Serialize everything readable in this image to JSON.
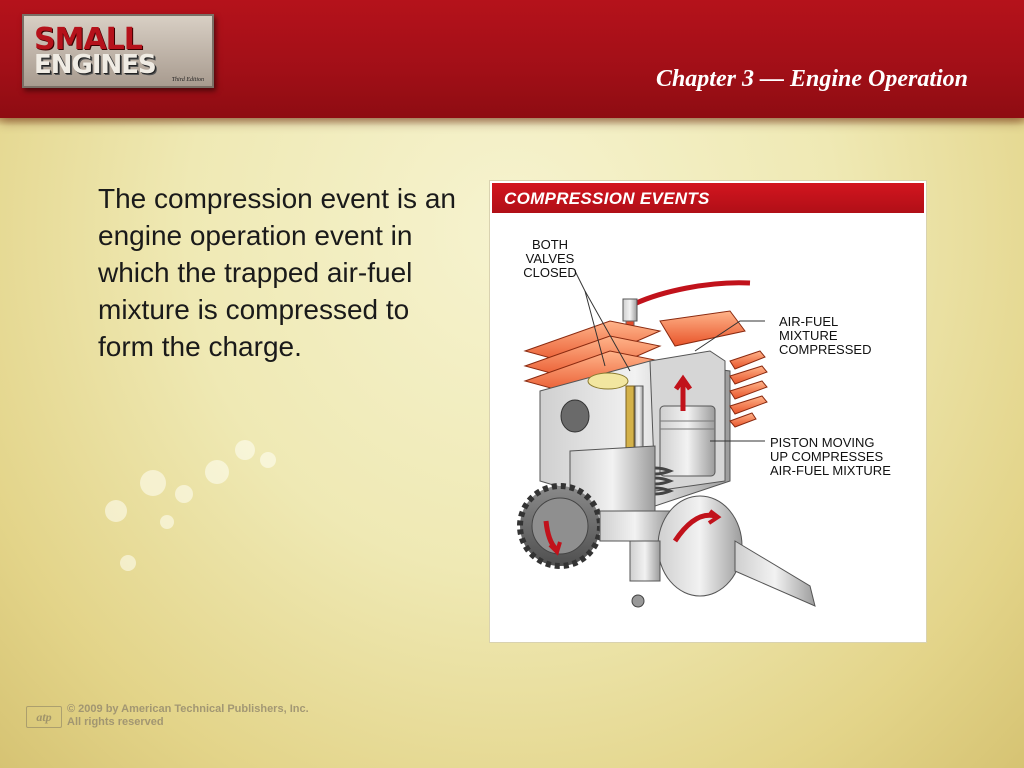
{
  "header": {
    "logo_line1": "SMALL",
    "logo_line2": "ENGINES",
    "logo_edition": "Third Edition",
    "chapter_title": "Chapter 3 — Engine Operation"
  },
  "content": {
    "paragraph": "The compression event is an engine operation event in which the trapped air-fuel mixture is compressed to form the charge."
  },
  "figure": {
    "title": "COMPRESSION EVENTS",
    "labels": {
      "valves": [
        "BOTH",
        "VALVES",
        "CLOSED"
      ],
      "mixture": [
        "AIR-FUEL",
        "MIXTURE",
        "COMPRESSED"
      ],
      "piston": [
        "PISTON MOVING",
        "UP COMPRESSES",
        "AIR-FUEL MIXTURE"
      ]
    }
  },
  "footer": {
    "logo": "atp",
    "copyright": "© 2009 by American Technical Publishers, Inc.",
    "rights": "All rights reserved"
  },
  "colors": {
    "header_red": "#b5121b",
    "figure_bar_red": "#d3151f",
    "background_cream": "#efe9b4"
  }
}
